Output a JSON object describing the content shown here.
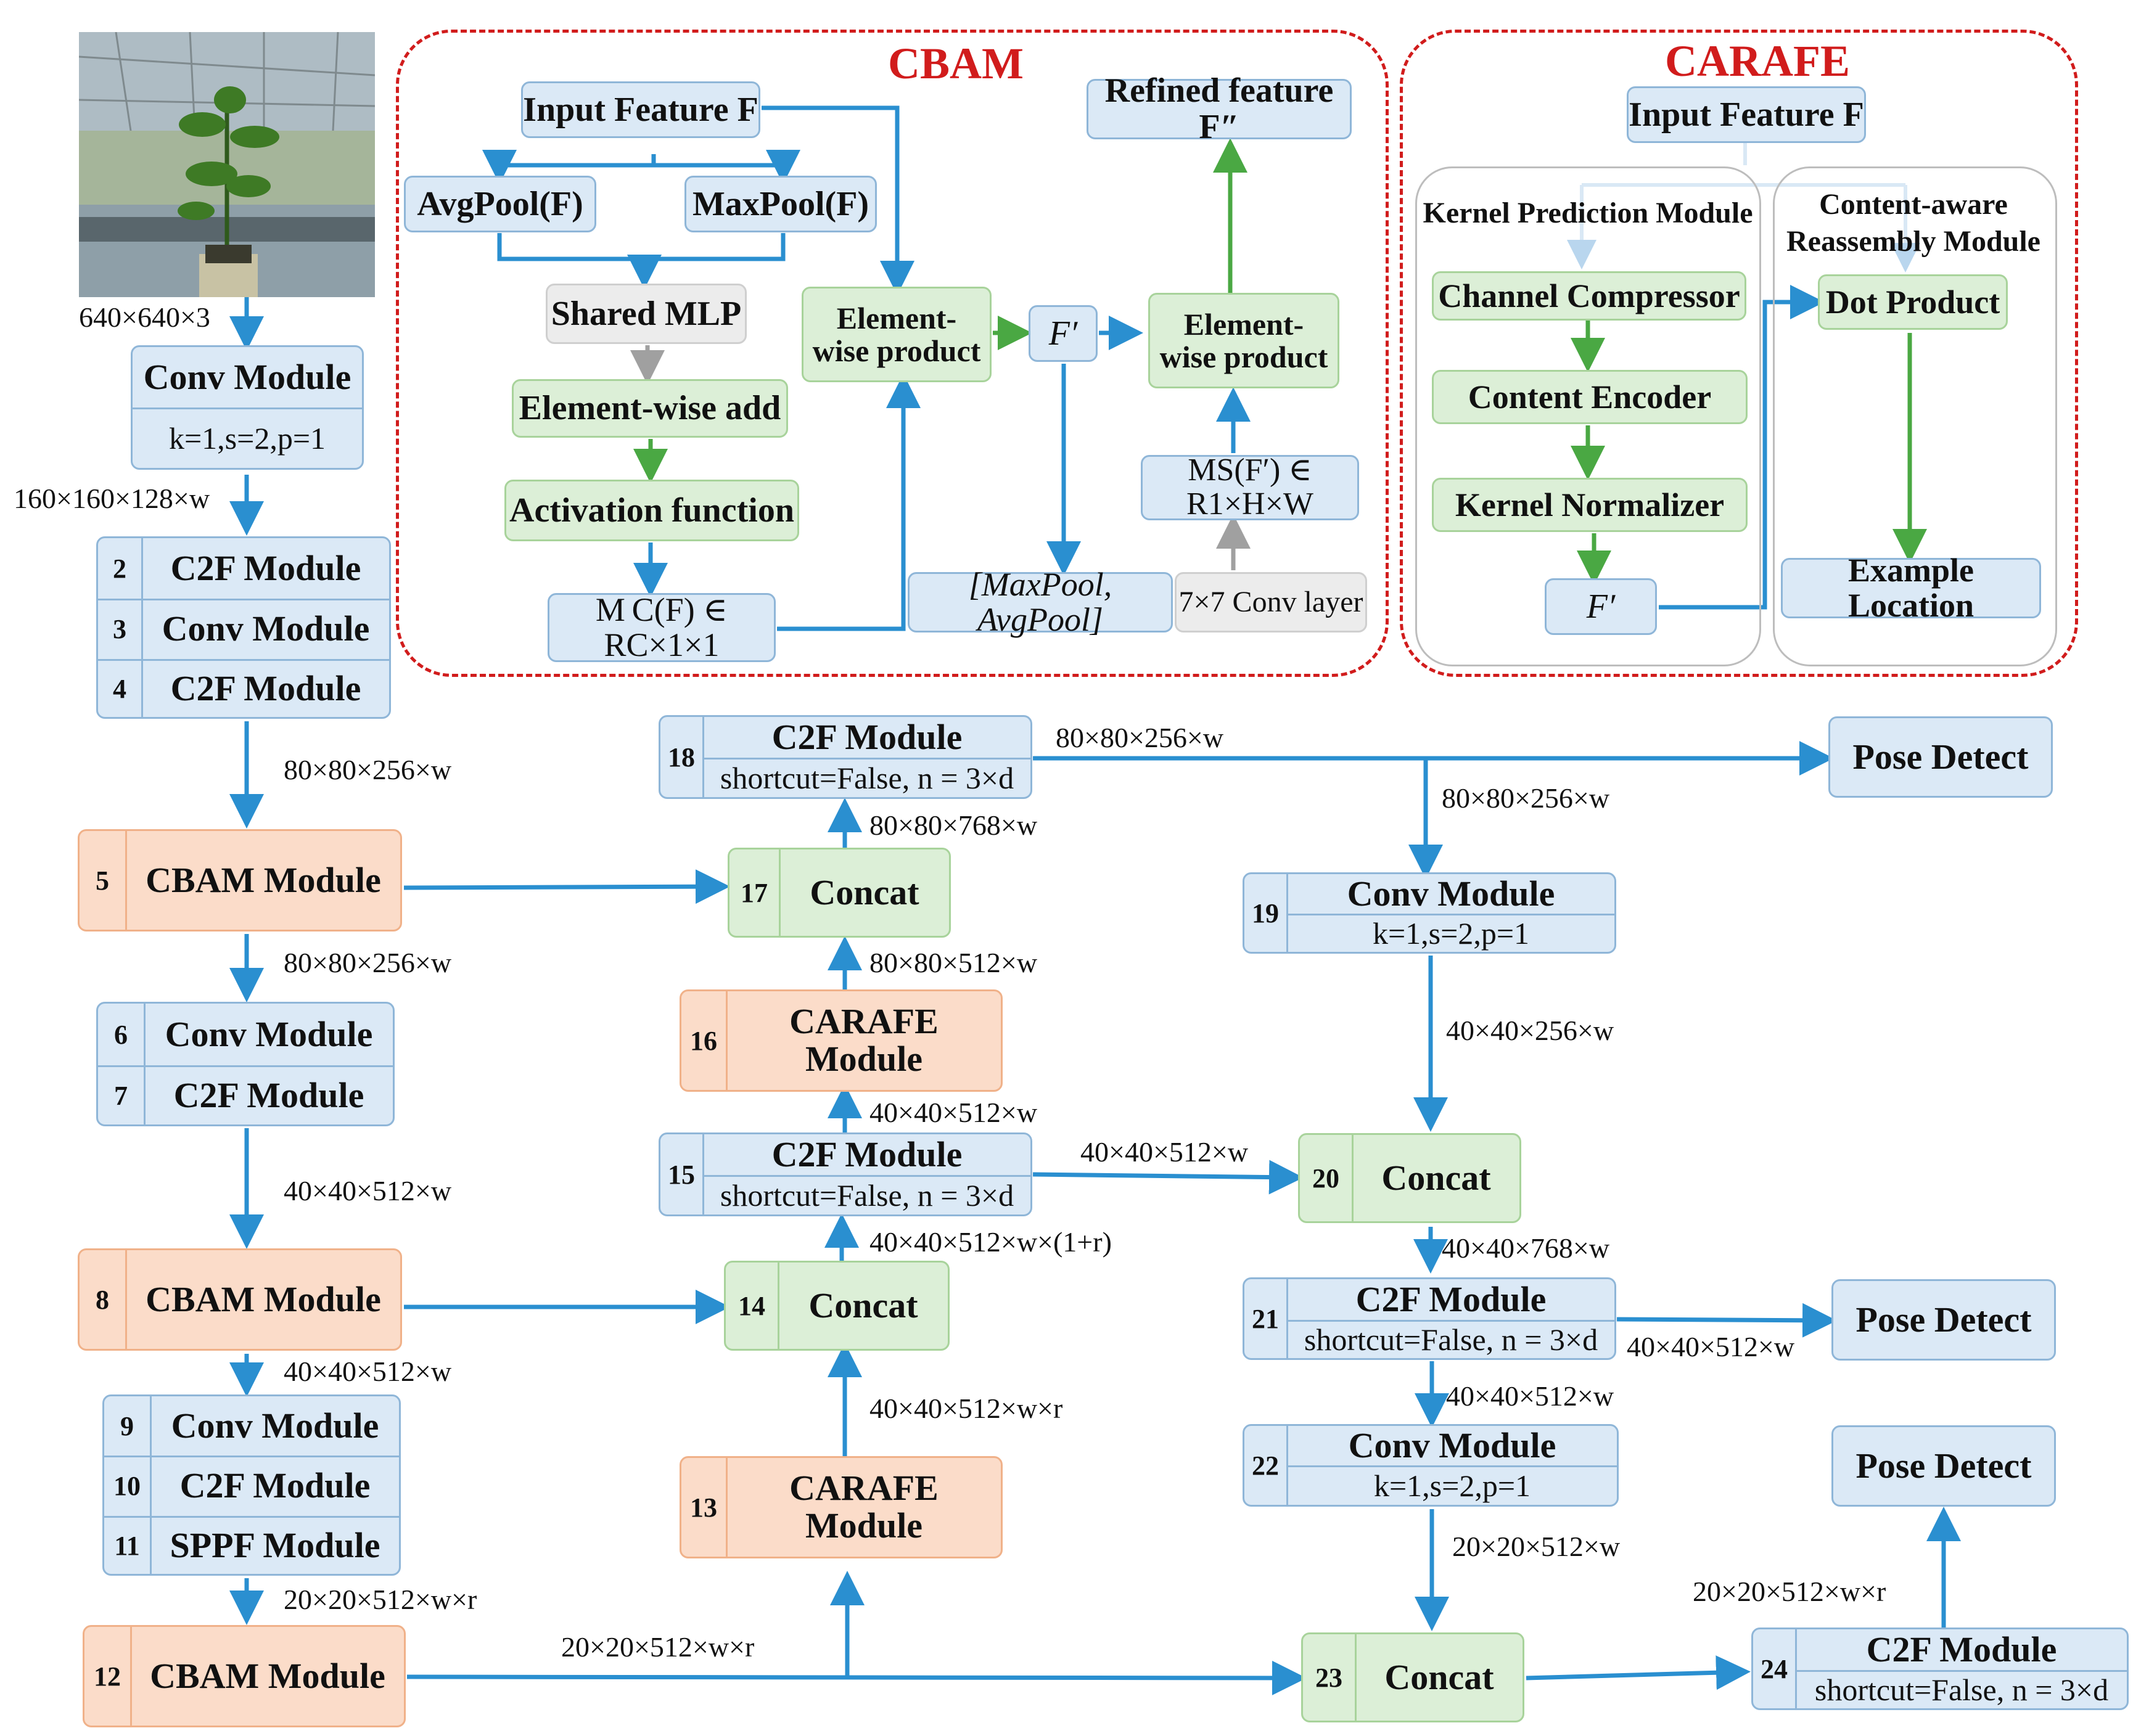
{
  "cbam": {
    "title": "CBAM",
    "input_feature": "Input Feature F",
    "avgpool": "AvgPool(F)",
    "maxpool": "MaxPool(F)",
    "shared_mlp": "Shared MLP",
    "elementwise_add": "Element-wise add",
    "activation": "Activation function",
    "mc": "M C(F) ∈ RC×1×1",
    "elementwise_product_1": "Element-wise product",
    "f_prime": "F′",
    "elementwise_product_2": "Element-wise product",
    "refined": "Refined feature F″",
    "ms": "MS(F′) ∈ R1×H×W",
    "pool_concat": "[MaxPool, AvgPool]",
    "conv7": "7×7 Conv layer"
  },
  "carafe": {
    "title": "CARAFE",
    "input_feature": "Input Feature F",
    "kernel_prediction": "Kernel Prediction Module",
    "content_aware": "Content-aware Reassembly Module",
    "channel_compressor": "Channel Compressor",
    "content_encoder": "Content Encoder",
    "kernel_normalizer": "Kernel Normalizer",
    "f_prime": "F′",
    "dot_product": "Dot Product",
    "example_location": "Example Location"
  },
  "backbone": {
    "input_size": "640×640×3",
    "conv1": "Conv Module",
    "conv1_params": "k=1,s=2,p=1",
    "size1": "160×160×128×w",
    "rows_a": [
      {
        "n": "2",
        "label": "C2F Module"
      },
      {
        "n": "3",
        "label": "Conv Module"
      },
      {
        "n": "4",
        "label": "C2F Module"
      }
    ],
    "size2": "80×80×256×w",
    "cbam5_n": "5",
    "cbam5": "CBAM Module",
    "size3": "80×80×256×w",
    "rows_b": [
      {
        "n": "6",
        "label": "Conv Module"
      },
      {
        "n": "7",
        "label": "C2F Module"
      }
    ],
    "size4": "40×40×512×w",
    "cbam8_n": "8",
    "cbam8": "CBAM Module",
    "size5": "40×40×512×w",
    "rows_c": [
      {
        "n": "9",
        "label": "Conv Module"
      },
      {
        "n": "10",
        "label": "C2F Module"
      },
      {
        "n": "11",
        "label": "SPPF Module"
      }
    ],
    "size6": "20×20×512×w×r",
    "cbam12_n": "12",
    "cbam12": "CBAM Module"
  },
  "neck": {
    "n18": "18",
    "c2f18": "C2F Module",
    "c2f18_sub": "shortcut=False, n = 3×d",
    "size18_out": "80×80×256×w",
    "size17_out": "80×80×768×w",
    "n17": "17",
    "concat17": "Concat",
    "size16_out": "80×80×512×w",
    "n16": "16",
    "carafe16": "CARAFE Module",
    "size15_up": "40×40×512×w",
    "n15": "15",
    "c2f15": "C2F Module",
    "c2f15_sub": "shortcut=False, n = 3×d",
    "size15_right": "40×40×512×w",
    "size14_out": "40×40×512×w×(1+r)",
    "n14": "14",
    "concat14": "Concat",
    "size13_out": "40×40×512×w×r",
    "n13": "13",
    "carafe13": "CARAFE Module",
    "size12_right": "20×20×512×w×r"
  },
  "head": {
    "pose1": "Pose Detect",
    "size18_down": "80×80×256×w",
    "n19": "19",
    "conv19": "Conv Module",
    "conv19_params": "k=1,s=2,p=1",
    "size19_out": "40×40×256×w",
    "n20": "20",
    "concat20": "Concat",
    "size20_out": "40×40×768×w",
    "n21": "21",
    "c2f21": "C2F Module",
    "c2f21_sub": "shortcut=False, n = 3×d",
    "size21_right": "40×40×512×w",
    "pose2": "Pose Detect",
    "size21_down": "40×40×512×w",
    "n22": "22",
    "conv22": "Conv Module",
    "conv22_params": "k=1,s=2,p=1",
    "size22_out": "20×20×512×w",
    "n23": "23",
    "concat23": "Concat",
    "n24": "24",
    "c2f24": "C2F Module",
    "c2f24_sub": "shortcut=False, n = 3×d",
    "size24_out": "20×20×512×w×r",
    "pose3": "Pose Detect"
  },
  "colors": {
    "arrow_blue": "#2a8fd0",
    "arrow_green": "#4aa843",
    "arrow_gray": "#a0a0a0",
    "frame_red": "#d11c1c"
  }
}
